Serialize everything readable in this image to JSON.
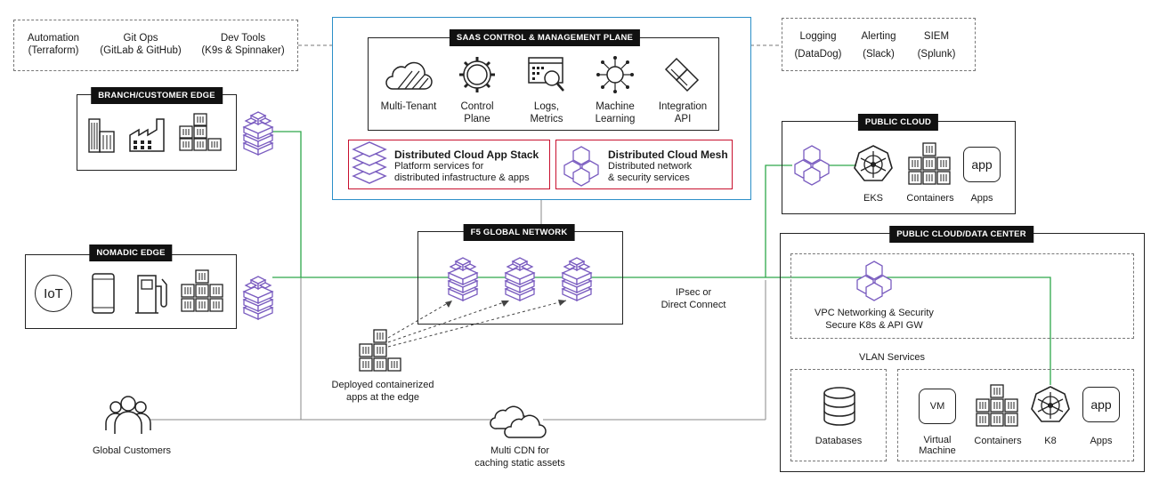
{
  "devops": [
    {
      "name": "Automation",
      "sub": "(Terraform)"
    },
    {
      "name": "Git Ops",
      "sub": "(GitLab & GitHub)"
    },
    {
      "name": "Dev Tools",
      "sub": "(K9s & Spinnaker)"
    }
  ],
  "observability": [
    {
      "name": "Logging",
      "sub": "(DataDog)"
    },
    {
      "name": "Alerting",
      "sub": "(Slack)"
    },
    {
      "name": "SIEM",
      "sub": "(Splunk)"
    }
  ],
  "saas": {
    "title": "SAAS CONTROL & MANAGEMENT PLANE",
    "items": [
      {
        "label": "Multi-Tenant",
        "label2": ""
      },
      {
        "label": "Control",
        "label2": "Plane"
      },
      {
        "label": "Logs,",
        "label2": "Metrics"
      },
      {
        "label": "Machine",
        "label2": "Learning"
      },
      {
        "label": "Integration",
        "label2": "API"
      }
    ],
    "appstack": {
      "title": "Distributed Cloud App Stack",
      "line1": "Platform services for",
      "line2": "distributed infastructure & apps"
    },
    "mesh": {
      "title": "Distributed Cloud Mesh",
      "line1": "Distributed network",
      "line2": "& security services"
    }
  },
  "branch": {
    "title": "BRANCH/CUSTOMER EDGE"
  },
  "nomadic": {
    "title": "NOMADIC EDGE",
    "iot_text": "IoT"
  },
  "f5": {
    "title": "F5 GLOBAL NETWORK"
  },
  "ipsec": {
    "line1": "IPsec or",
    "line2": "Direct Connect"
  },
  "deployed": {
    "line1": "Deployed containerized",
    "line2": "apps at the edge"
  },
  "customers": {
    "label": "Global Customers"
  },
  "cdn": {
    "line1": "Multi CDN for",
    "line2": "caching static assets"
  },
  "public_cloud": {
    "title": "PUBLIC CLOUD",
    "items": [
      {
        "label": "EKS"
      },
      {
        "label": "Containers"
      },
      {
        "label": "Apps"
      }
    ],
    "app_text": "app"
  },
  "datacenter": {
    "title": "PUBLIC CLOUD/DATA CENTER",
    "vpc_line1": "VPC Networking & Security",
    "vpc_line2": "Secure K8s & API GW",
    "vlan": "VLAN Services",
    "databases": "Databases",
    "vm_text": "VM",
    "vm_line1": "Virtual",
    "vm_line2": "Machine",
    "containers": "Containers",
    "k8": "K8",
    "apps": "Apps",
    "app_text": "app"
  },
  "colors": {
    "accent": "#7a5cc0",
    "line": "#2ea84a",
    "saas_border": "#2b8fc8",
    "red": "#c8102e"
  }
}
